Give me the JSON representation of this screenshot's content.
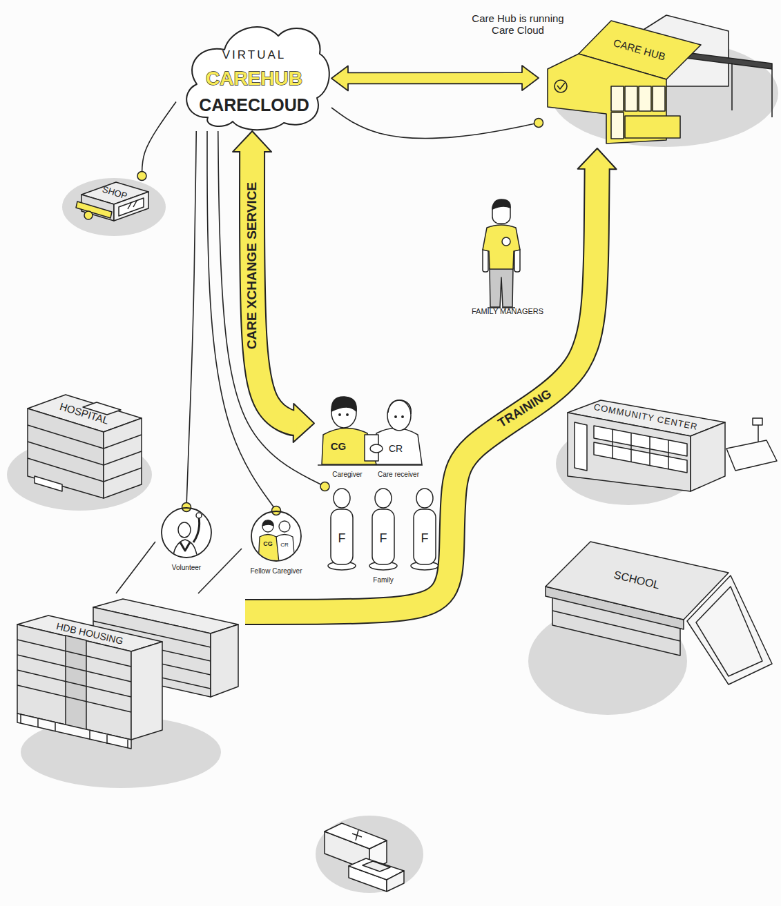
{
  "diagram": {
    "nodes": [
      {
        "text": [
          "VIRTUAL",
          "CAREHUB",
          "CARECLOUD"
        ]
      },
      {
        "text": [
          "CARE HUB"
        ]
      },
      {
        "text": [
          "SHOP"
        ]
      },
      {
        "text": [
          "FAMILY MANAGERS"
        ]
      },
      {
        "text": [
          "HOSPITAL"
        ]
      },
      {
        "text": [
          "CG",
          "CR",
          "Caregiver",
          "Care receiver"
        ]
      },
      {
        "text": [
          "COMMUNITY CENTER"
        ]
      },
      {
        "text": [
          "F",
          "F",
          "F",
          "Family"
        ]
      },
      {
        "text": [
          "Volunteer"
        ]
      },
      {
        "text": [
          "CG",
          "CR",
          "Fellow Caregiver"
        ]
      },
      {
        "text": [
          "SCHOOL"
        ]
      },
      {
        "text": [
          "HDB HOUSING"
        ]
      }
    ],
    "edges": [
      {
        "from": 0,
        "to": 1,
        "arrow": "both",
        "label": "Care Hub is running Care Cloud"
      },
      {
        "from": 0,
        "to": 1,
        "arrow": "none"
      },
      {
        "from": 0,
        "to": 2,
        "arrow": "none"
      },
      {
        "from": 0,
        "to": 5,
        "arrow": "both",
        "label": "CARE XCHANGE SERVICE"
      },
      {
        "from": 0,
        "to": 7,
        "arrow": "none"
      },
      {
        "from": 0,
        "to": 8,
        "arrow": "none"
      },
      {
        "from": 0,
        "to": 9,
        "arrow": "none"
      },
      {
        "from": 11,
        "to": 1,
        "arrow": "to",
        "label": "TRAINING"
      },
      {
        "from": 8,
        "to": 11,
        "arrow": "none"
      },
      {
        "from": 9,
        "to": 11,
        "arrow": "none"
      }
    ]
  }
}
